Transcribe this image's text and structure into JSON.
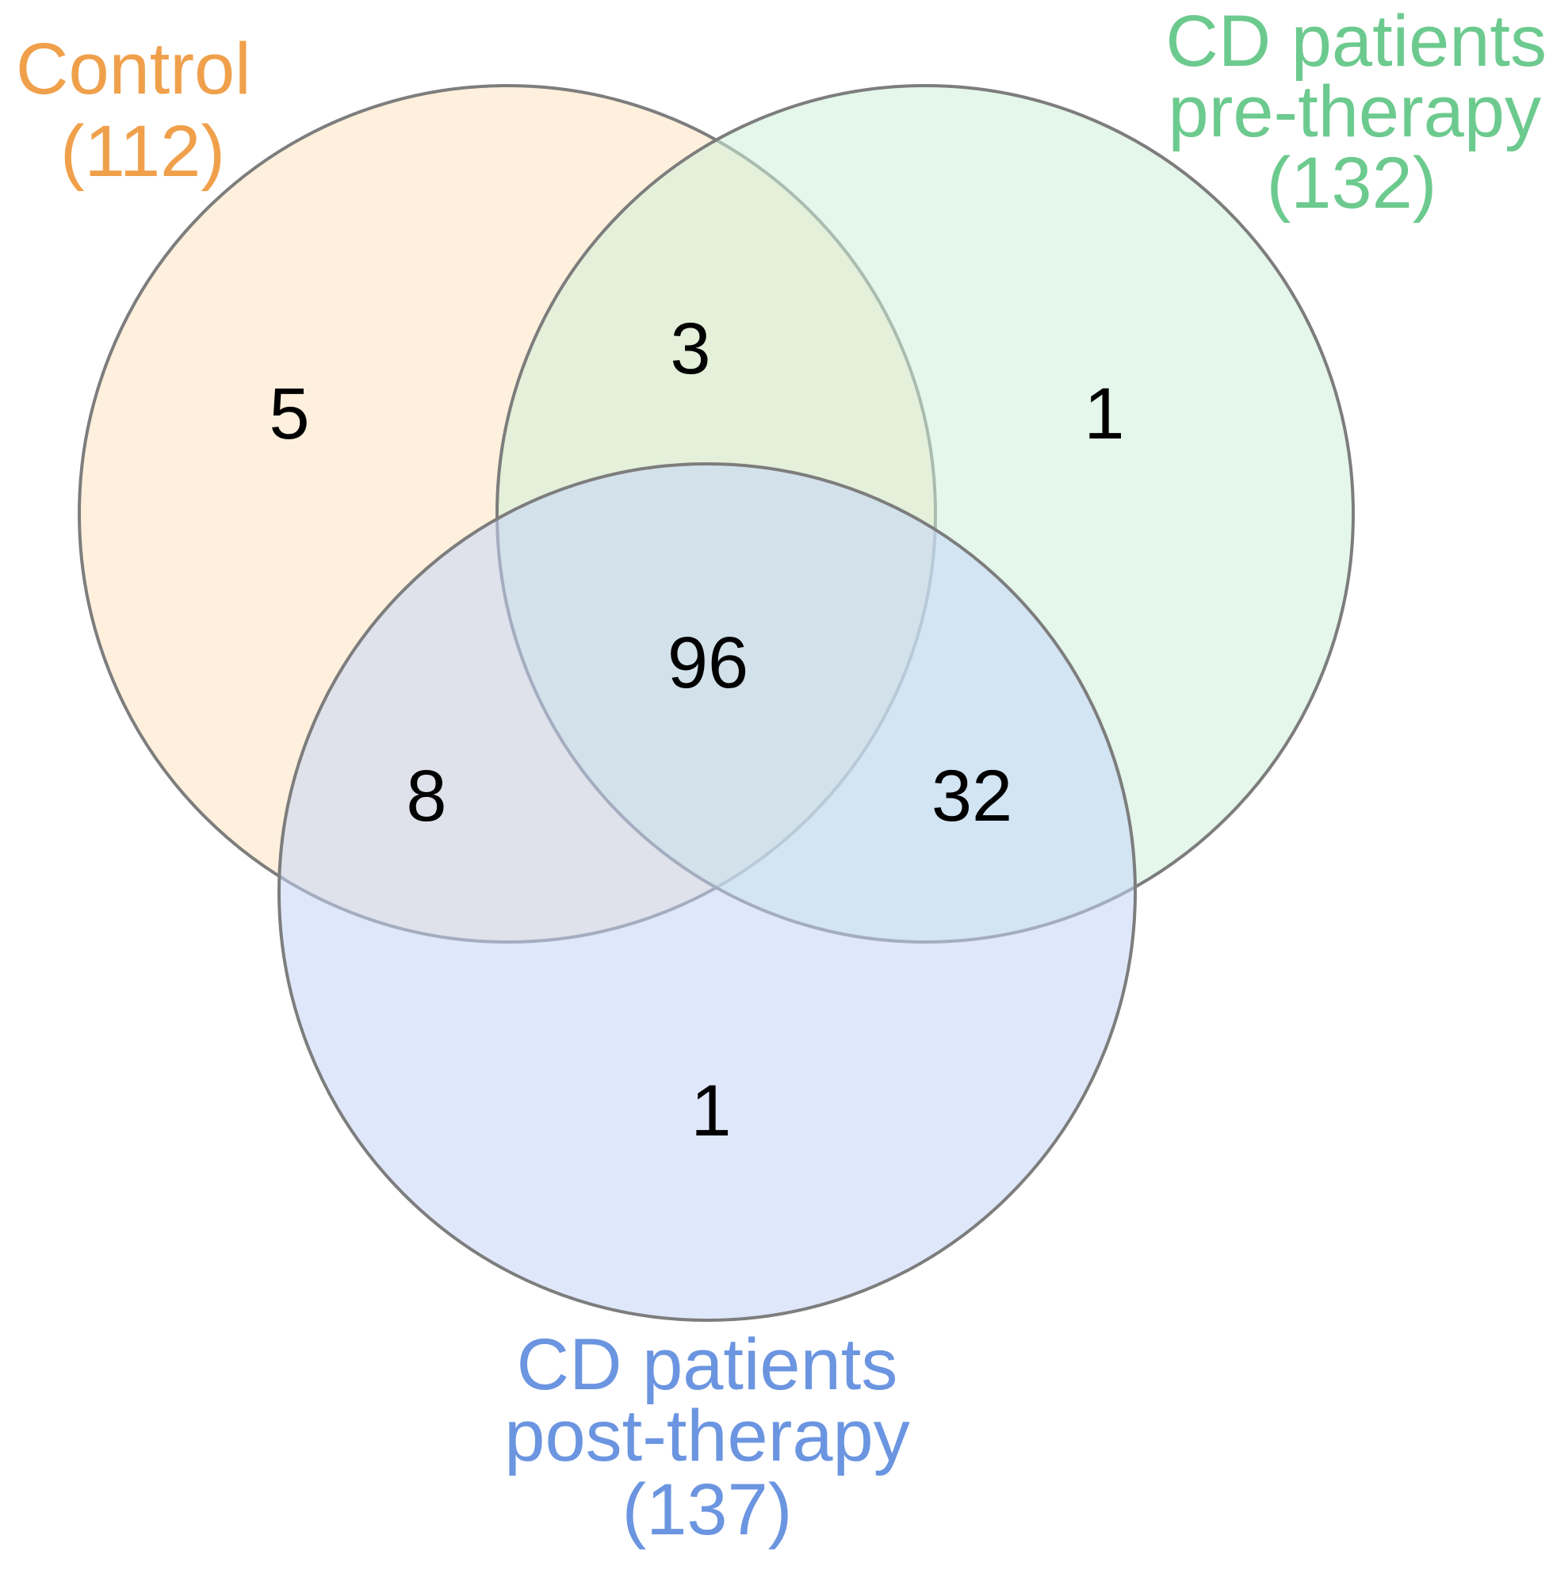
{
  "sets": {
    "control": {
      "name": "Control",
      "total": "(112)",
      "color": "#f0a04b",
      "fill": "#fde3bf"
    },
    "pre": {
      "name_line1": "CD patients",
      "name_line2": "pre-therapy",
      "total": "(132)",
      "color": "#6cca8e",
      "fill": "#cdf1d8"
    },
    "post": {
      "name_line1": "CD patients",
      "name_line2": "post-therapy",
      "total": "(137)",
      "color": "#6b95e0",
      "fill": "#c5d6f8"
    }
  },
  "regions": {
    "control_only": "5",
    "control_pre": "3",
    "pre_only": "1",
    "all_three": "96",
    "control_post": "8",
    "pre_post": "32",
    "post_only": "1"
  },
  "outline_color": "#7d7d7d"
}
